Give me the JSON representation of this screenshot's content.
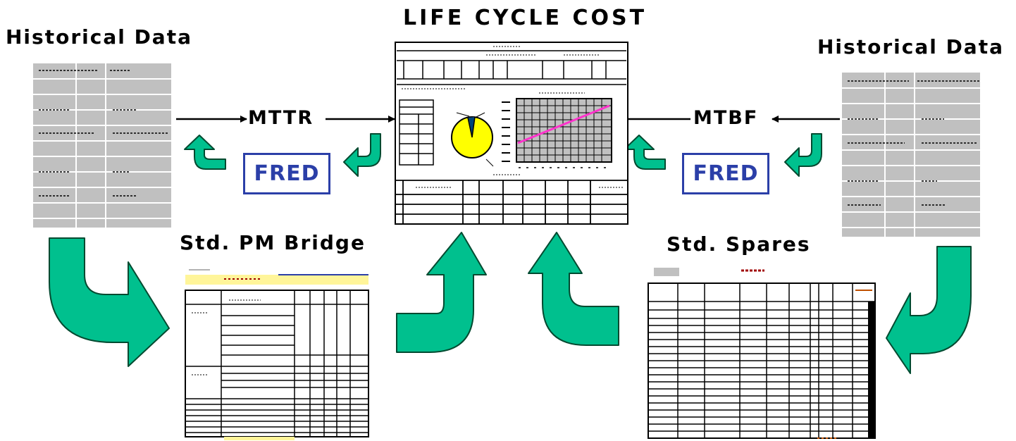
{
  "title": "LIFE CYCLE COST",
  "historical_left": "Historical Data",
  "historical_right": "Historical Data",
  "mttr": "MTTR",
  "mtbf": "MTBF",
  "fred_left": "FRED",
  "fred_right": "FRED",
  "pm_bridge": "Std. PM Bridge",
  "spares": "Std. Spares",
  "colors": {
    "arrow_green": "#00c08e",
    "fred_blue": "#2b3fa8",
    "pie_yellow": "#ffff00",
    "trend_magenta": "#ff33cc",
    "sheet_gray": "#c0c0c0",
    "header_yellow": "#fff59a",
    "spares_title_red": "#a00000"
  }
}
